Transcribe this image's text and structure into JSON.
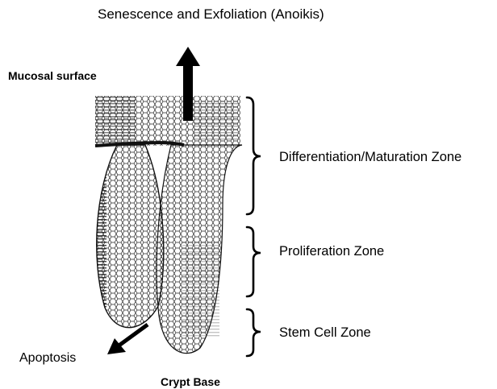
{
  "labels": {
    "top": "Senescence and Exfoliation (Anoikis)",
    "mucosal": "Mucosal surface",
    "apoptosis": "Apoptosis",
    "crypt_base": "Crypt Base"
  },
  "zones": [
    "Differentiation/Maturation Zone",
    "Proliferation Zone",
    "Stem Cell Zone"
  ]
}
